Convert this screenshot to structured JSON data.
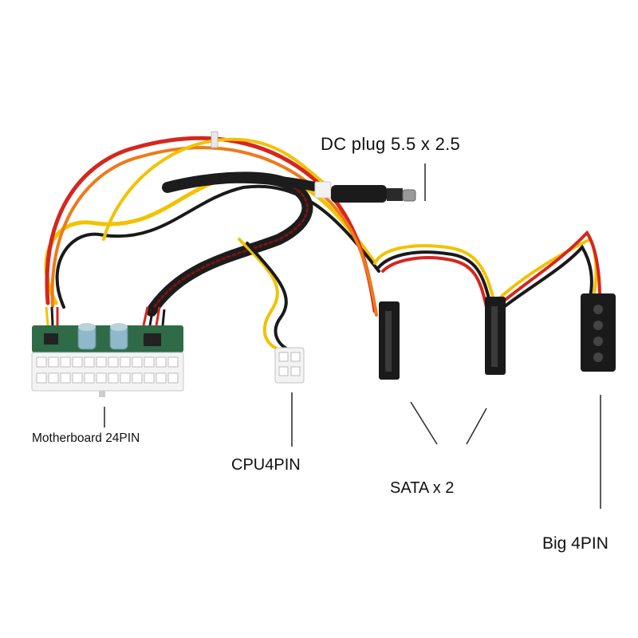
{
  "labels": {
    "dc_plug": "DC plug 5.5 x 2.5",
    "motherboard": "Motherboard 24PIN",
    "cpu": "CPU4PIN",
    "sata": "SATA x 2",
    "big4pin": "Big 4PIN"
  },
  "colors": {
    "wire_red": "#d6261e",
    "wire_yellow": "#f2c200",
    "wire_black": "#1a1a1a",
    "wire_orange": "#ee7a1a",
    "pcb_green": "#2f6b46",
    "connector_white": "#f3f3f3",
    "capacitor": "#8fb8c8",
    "sleeve": "#7a1414"
  }
}
